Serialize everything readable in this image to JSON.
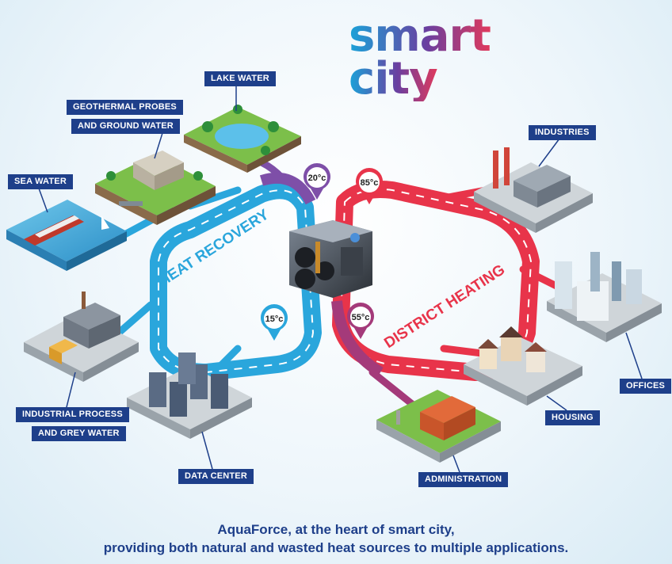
{
  "title": {
    "line1": "smart",
    "line2": "city"
  },
  "loops": {
    "heat_recovery": {
      "label": "HEAT RECOVERY",
      "color": "#2aa6dc"
    },
    "district_heating": {
      "label": "DISTRICT HEATING",
      "color": "#e8344a"
    }
  },
  "temperatures": {
    "t20": "20°c",
    "t85": "85°c",
    "t15": "15°c",
    "t55": "55°c"
  },
  "sources": {
    "lake_water": "LAKE WATER",
    "geothermal_line1": "GEOTHERMAL PROBES",
    "geothermal_line2": "AND GROUND WATER",
    "sea_water": "SEA WATER",
    "industrial_line1": "INDUSTRIAL PROCESS",
    "industrial_line2": "AND GREY WATER",
    "data_center": "DATA CENTER"
  },
  "applications": {
    "industries": "INDUSTRIES",
    "offices": "OFFICES",
    "housing": "HOUSING",
    "administration": "ADMINISTRATION"
  },
  "caption": {
    "line1": "AquaForce, at the heart of smart city,",
    "line2": "providing both natural and wasted heat sources to multiple applications."
  }
}
